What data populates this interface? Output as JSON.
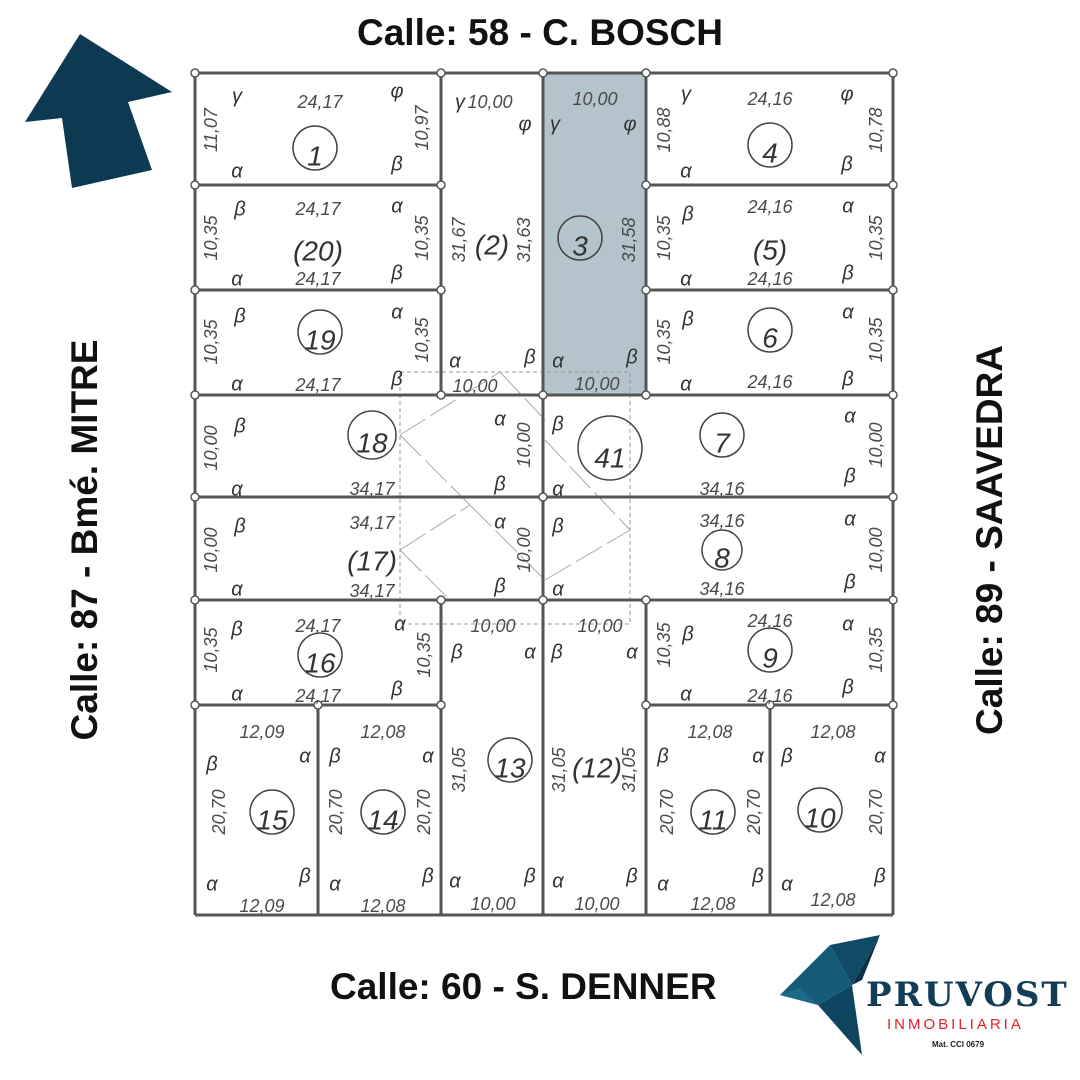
{
  "streets": {
    "top": "Calle: 58 - C. BOSCH",
    "bottom": "Calle: 60 - S. DENNER",
    "left": "Calle: 87 - Bmé. MITRE",
    "right": "Calle: 89 - SAAVEDRA"
  },
  "angles": {
    "a": "α",
    "b": "β",
    "g": "γ",
    "p": "φ"
  },
  "colors": {
    "brand": "#0d3a52",
    "highlight": "#b4c4cc",
    "accent": "#e5202a"
  },
  "highlighted_lot": "3",
  "lots": {
    "l1": {
      "label": "1",
      "top": "24,17",
      "left": "11,07",
      "right": "10,97"
    },
    "l2": {
      "label": "(2)",
      "top": "10,00",
      "left": "31,67",
      "right": "31,63",
      "bottom": "10,00"
    },
    "l3": {
      "label": "3",
      "top": "10,00",
      "right": "31,58",
      "bottom": "10,00"
    },
    "l4": {
      "label": "4",
      "top": "24,16",
      "left": "10,88",
      "right": "10,78"
    },
    "l20": {
      "label": "(20)",
      "top": "24,17",
      "bottom": "24,17",
      "left": "10,35",
      "right": "10,35"
    },
    "l5": {
      "label": "(5)",
      "top": "24,16",
      "bottom": "24,16",
      "left": "10,35",
      "right": "10,35"
    },
    "l19": {
      "label": "19",
      "bottom": "24,17",
      "left": "10,35",
      "right": "10,35"
    },
    "l6": {
      "label": "6",
      "bottom": "24,16",
      "left": "10,35",
      "right": "10,35"
    },
    "l18": {
      "label": "18",
      "bottom": "34,17",
      "left": "10,00",
      "right": "10,00"
    },
    "l17": {
      "label": "(17)",
      "top": "34,17",
      "bottom": "34,17",
      "left": "10,00",
      "right": "10,00"
    },
    "l41": {
      "label": "41"
    },
    "l7": {
      "label": "7",
      "bottom": "34,16",
      "right": "10,00"
    },
    "l8": {
      "label": "8",
      "top": "34,16",
      "bottom": "34,16",
      "right": "10,00"
    },
    "l16": {
      "label": "16",
      "top": "24,17",
      "bottom": "24,17",
      "left": "10,35",
      "right": "10,35"
    },
    "l13": {
      "label": "13",
      "top": "10,00",
      "left": "31,05",
      "bottom": "10,00"
    },
    "l12": {
      "label": "(12)",
      "top": "10,00",
      "left": "31,05",
      "right": "31,05",
      "bottom": "10,00"
    },
    "l9": {
      "label": "9",
      "top": "24,16",
      "bottom": "24,16",
      "left": "10,35",
      "right": "10,35"
    },
    "l15": {
      "label": "15",
      "top": "12,09",
      "bottom": "12,09",
      "left": "20,70"
    },
    "l14": {
      "label": "14",
      "top": "12,08",
      "bottom": "12,08",
      "left": "20,70",
      "right": "20,70"
    },
    "l11": {
      "label": "11",
      "top": "12,08",
      "bottom": "12,08",
      "left": "20,70",
      "right": "20,70"
    },
    "l10": {
      "label": "10",
      "top": "12,08",
      "bottom": "12,08",
      "right": "20,70"
    }
  },
  "logo": {
    "name": "PRUVOST",
    "subtitle": "INMOBILIARIA",
    "license": "Mat. CCI 0679"
  }
}
